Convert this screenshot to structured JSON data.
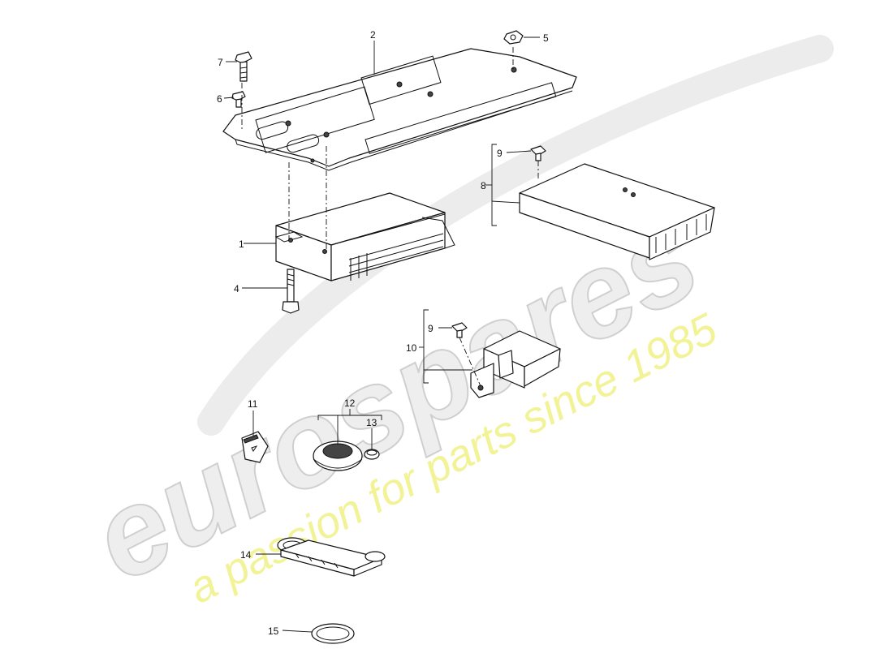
{
  "watermark": {
    "brand": "eurospares",
    "tagline": "a passion for parts since 1985",
    "colors": {
      "brand": "#d9d9d9",
      "tagline": "#ecec6a"
    }
  },
  "callouts": [
    {
      "id": "c1",
      "label": "1"
    },
    {
      "id": "c2",
      "label": "2"
    },
    {
      "id": "c4",
      "label": "4"
    },
    {
      "id": "c5",
      "label": "5"
    },
    {
      "id": "c6",
      "label": "6"
    },
    {
      "id": "c7",
      "label": "7"
    },
    {
      "id": "c8",
      "label": "8"
    },
    {
      "id": "c9a",
      "label": "9"
    },
    {
      "id": "c9b",
      "label": "9"
    },
    {
      "id": "c10",
      "label": "10"
    },
    {
      "id": "c11",
      "label": "11"
    },
    {
      "id": "c12",
      "label": "12"
    },
    {
      "id": "c13",
      "label": "13"
    },
    {
      "id": "c14",
      "label": "14"
    },
    {
      "id": "c15",
      "label": "15"
    }
  ]
}
